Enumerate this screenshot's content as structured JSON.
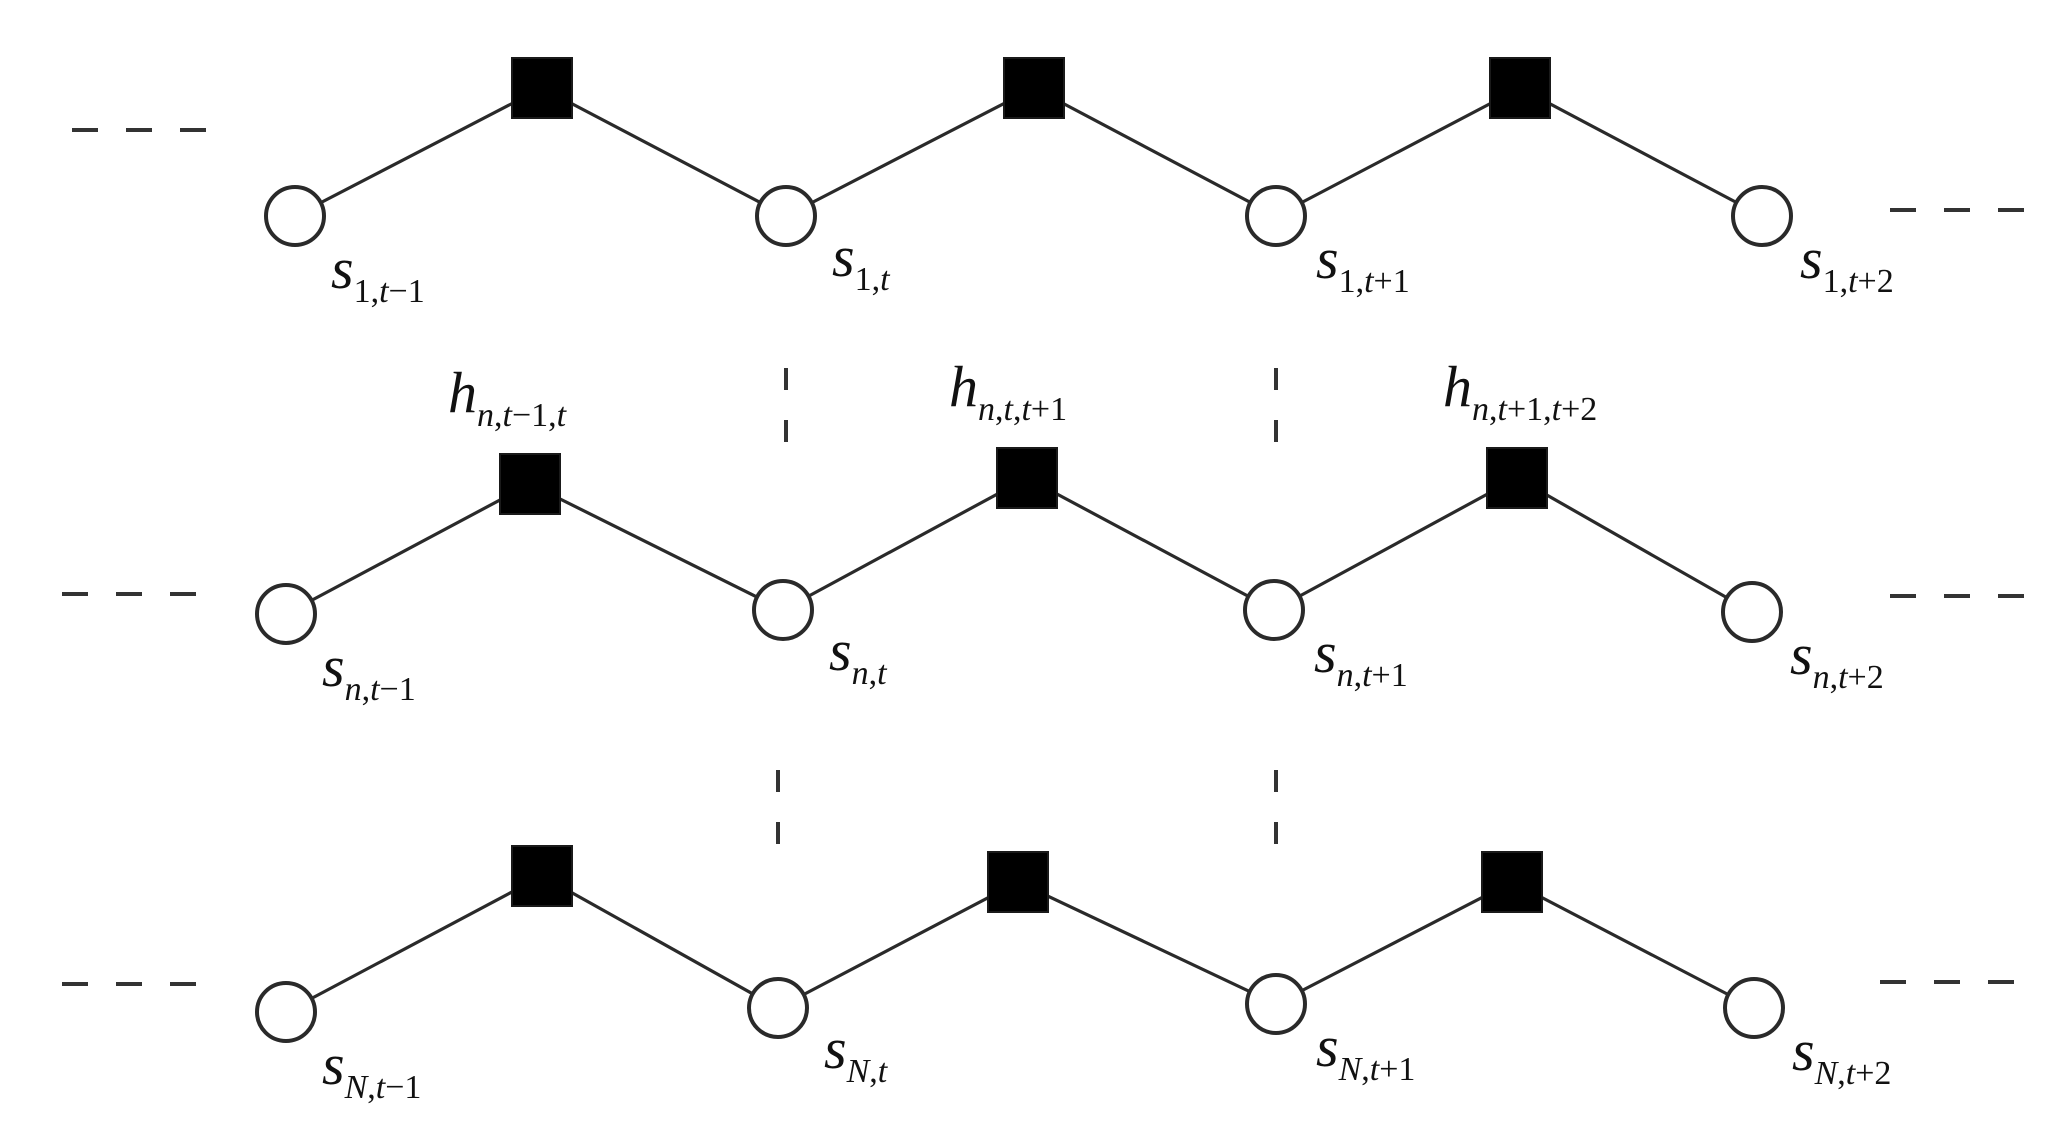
{
  "diagram": {
    "rows": [
      {
        "name": "row-1",
        "variables": [
          {
            "base": "s",
            "sub": [
              [
                "1",
                "up"
              ],
              [
                ",",
                "up"
              ],
              [
                "t",
                "it"
              ],
              [
                "−1",
                "up"
              ]
            ]
          },
          {
            "base": "s",
            "sub": [
              [
                "1",
                "up"
              ],
              [
                ",",
                "up"
              ],
              [
                "t",
                "it"
              ]
            ]
          },
          {
            "base": "s",
            "sub": [
              [
                "1",
                "up"
              ],
              [
                ",",
                "up"
              ],
              [
                "t",
                "it"
              ],
              [
                "+1",
                "up"
              ]
            ]
          },
          {
            "base": "s",
            "sub": [
              [
                "1",
                "up"
              ],
              [
                ",",
                "up"
              ],
              [
                "t",
                "it"
              ],
              [
                "+2",
                "up"
              ]
            ]
          }
        ],
        "factors": [
          {
            "base": "",
            "sub": []
          },
          {
            "base": "",
            "sub": []
          },
          {
            "base": "",
            "sub": []
          }
        ]
      },
      {
        "name": "row-n",
        "variables": [
          {
            "base": "s",
            "sub": [
              [
                "n",
                "it"
              ],
              [
                ",",
                "up"
              ],
              [
                "t",
                "it"
              ],
              [
                "−1",
                "up"
              ]
            ]
          },
          {
            "base": "s",
            "sub": [
              [
                "n",
                "it"
              ],
              [
                ",",
                "up"
              ],
              [
                "t",
                "it"
              ]
            ]
          },
          {
            "base": "s",
            "sub": [
              [
                "n",
                "it"
              ],
              [
                ",",
                "up"
              ],
              [
                "t",
                "it"
              ],
              [
                "+1",
                "up"
              ]
            ]
          },
          {
            "base": "s",
            "sub": [
              [
                "n",
                "it"
              ],
              [
                ",",
                "up"
              ],
              [
                "t",
                "it"
              ],
              [
                "+2",
                "up"
              ]
            ]
          }
        ],
        "factors": [
          {
            "base": "h",
            "sub": [
              [
                "n",
                "it"
              ],
              [
                ",",
                "up"
              ],
              [
                "t",
                "it"
              ],
              [
                "−1",
                "up"
              ],
              [
                ",",
                "up"
              ],
              [
                "t",
                "it"
              ]
            ]
          },
          {
            "base": "h",
            "sub": [
              [
                "n",
                "it"
              ],
              [
                ",",
                "up"
              ],
              [
                "t",
                "it"
              ],
              [
                ",",
                "up"
              ],
              [
                "t",
                "it"
              ],
              [
                "+1",
                "up"
              ]
            ]
          },
          {
            "base": "h",
            "sub": [
              [
                "n",
                "it"
              ],
              [
                ",",
                "up"
              ],
              [
                "t",
                "it"
              ],
              [
                "+1",
                "up"
              ],
              [
                ",",
                "up"
              ],
              [
                "t",
                "it"
              ],
              [
                "+2",
                "up"
              ]
            ]
          }
        ]
      },
      {
        "name": "row-N",
        "variables": [
          {
            "base": "s",
            "sub": [
              [
                "N",
                "it"
              ],
              [
                ",",
                "up"
              ],
              [
                "t",
                "it"
              ],
              [
                "−1",
                "up"
              ]
            ]
          },
          {
            "base": "s",
            "sub": [
              [
                "N",
                "it"
              ],
              [
                ",",
                "up"
              ],
              [
                "t",
                "it"
              ]
            ]
          },
          {
            "base": "s",
            "sub": [
              [
                "N",
                "it"
              ],
              [
                ",",
                "up"
              ],
              [
                "t",
                "it"
              ],
              [
                "+1",
                "up"
              ]
            ]
          },
          {
            "base": "s",
            "sub": [
              [
                "N",
                "it"
              ],
              [
                ",",
                "up"
              ],
              [
                "t",
                "it"
              ],
              [
                "+2",
                "up"
              ]
            ]
          }
        ],
        "factors": [
          {
            "base": "",
            "sub": []
          },
          {
            "base": "",
            "sub": []
          },
          {
            "base": "",
            "sub": []
          }
        ]
      }
    ],
    "variable_node_shape": "open-circle",
    "factor_node_shape": "filled-square",
    "colors": {
      "edge": "#2a2a2a",
      "factor_fill": "#000000",
      "variable_fill": "#ffffff"
    }
  }
}
